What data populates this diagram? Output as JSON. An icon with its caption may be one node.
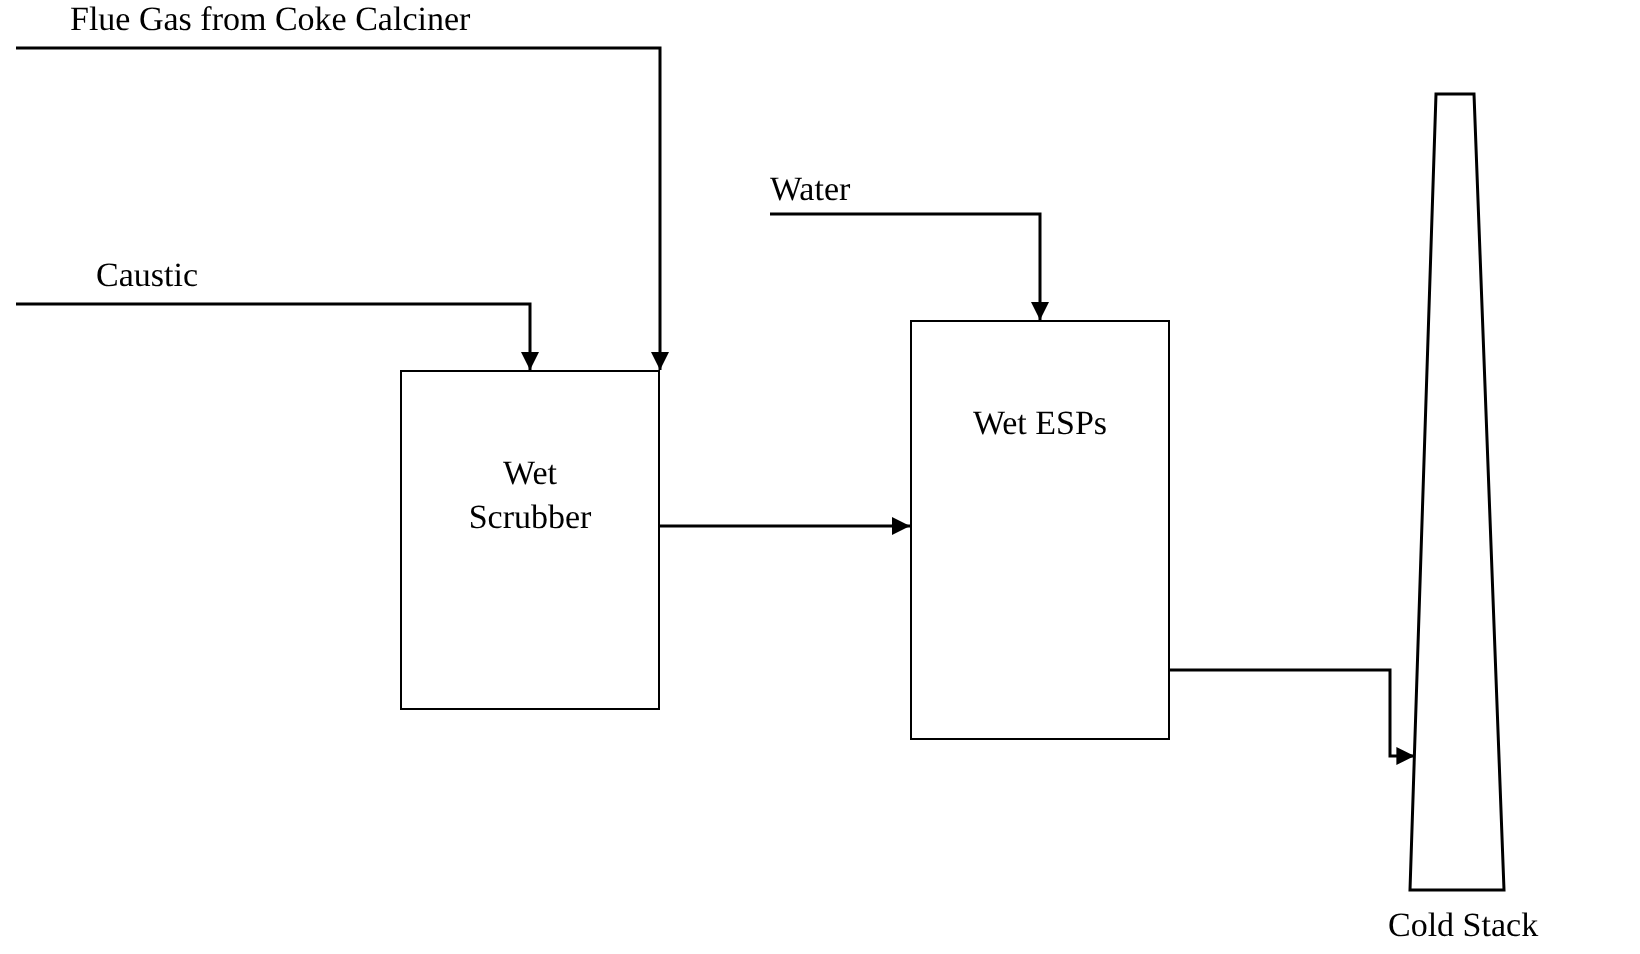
{
  "diagram": {
    "nodes": [
      {
        "text": [
          "Flue Gas from Coke Calciner"
        ]
      },
      {
        "text": [
          "Caustic"
        ]
      },
      {
        "text": [
          "Wet Scrubber"
        ]
      },
      {
        "text": [
          "Water"
        ]
      },
      {
        "text": [
          "Wet ESPs"
        ]
      },
      {
        "text": [
          "Cold Stack"
        ]
      }
    ],
    "edges": [
      {
        "from": 1,
        "to": 2,
        "arrow": "to"
      },
      {
        "from": 0,
        "to": 2,
        "arrow": "to"
      },
      {
        "from": 3,
        "to": 4,
        "arrow": "to"
      },
      {
        "from": 2,
        "to": 4,
        "arrow": "to"
      },
      {
        "from": 4,
        "to": 5,
        "arrow": "to"
      }
    ]
  }
}
